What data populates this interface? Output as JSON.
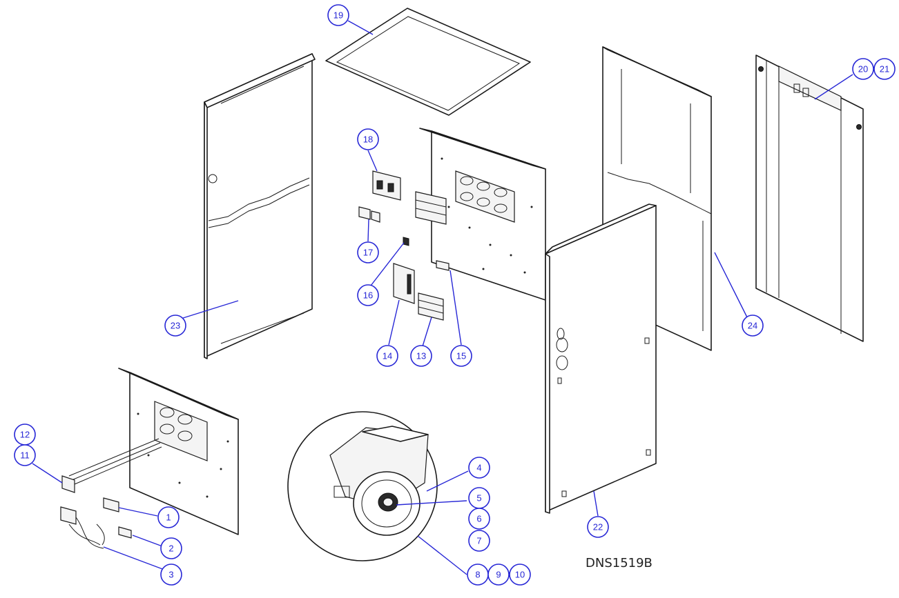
{
  "drawing_number": "DNS1519B",
  "balloons": [
    {
      "id": "balloon-1",
      "label": "1"
    },
    {
      "id": "balloon-2",
      "label": "2"
    },
    {
      "id": "balloon-3",
      "label": "3"
    },
    {
      "id": "balloon-4",
      "label": "4"
    },
    {
      "id": "balloon-5",
      "label": "5"
    },
    {
      "id": "balloon-6",
      "label": "6"
    },
    {
      "id": "balloon-7",
      "label": "7"
    },
    {
      "id": "balloon-8",
      "label": "8"
    },
    {
      "id": "balloon-9",
      "label": "9"
    },
    {
      "id": "balloon-10",
      "label": "10"
    },
    {
      "id": "balloon-11",
      "label": "11"
    },
    {
      "id": "balloon-12",
      "label": "12"
    },
    {
      "id": "balloon-13",
      "label": "13"
    },
    {
      "id": "balloon-14",
      "label": "14"
    },
    {
      "id": "balloon-15",
      "label": "15"
    },
    {
      "id": "balloon-16",
      "label": "16"
    },
    {
      "id": "balloon-17",
      "label": "17"
    },
    {
      "id": "balloon-18",
      "label": "18"
    },
    {
      "id": "balloon-19",
      "label": "19"
    },
    {
      "id": "balloon-20",
      "label": "20"
    },
    {
      "id": "balloon-21",
      "label": "21"
    },
    {
      "id": "balloon-22",
      "label": "22"
    },
    {
      "id": "balloon-23",
      "label": "23"
    },
    {
      "id": "balloon-24",
      "label": "24"
    }
  ],
  "colors": {
    "balloon": "#2727d6",
    "linework": "#1a1a1a",
    "background": "#ffffff"
  }
}
